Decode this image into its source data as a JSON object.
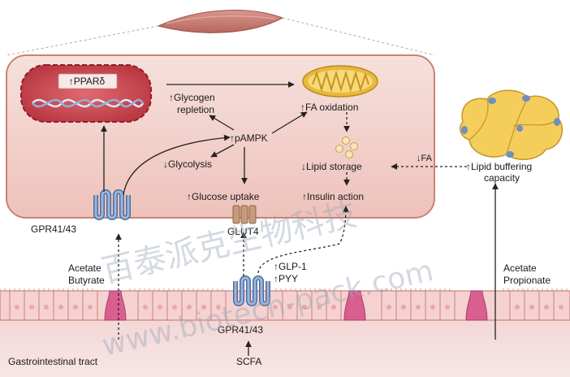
{
  "labels": {
    "ppar": "↑PPARδ",
    "glycogen_1": "↑Glycogen",
    "glycogen_2": "repletion",
    "fa_oxidation": "↑FA oxidation",
    "pampk": "↑pAMPK",
    "glycolysis": "↓Glycolysis",
    "lipid_storage": "↓Lipid storage",
    "fa_down": "↓FA",
    "lipid_buffering_1": "↑Lipid buffering",
    "lipid_buffering_2": "capacity",
    "glucose_uptake": "↑Glucose uptake",
    "insulin_action": "↑Insulin action",
    "gpr_upper": "GPR41/43",
    "glut4": "GLUT4",
    "acetate_butyrate_1": "Acetate",
    "acetate_butyrate_2": "Butyrate",
    "glp1": "↑GLP-1",
    "pyy": "↑PYY",
    "acetate_propionate_1": "Acetate",
    "acetate_propionate_2": "Propionate",
    "gpr_lower": "GPR41/43",
    "gi_tract": "Gastrointestinal tract",
    "scfa": "SCFA"
  },
  "watermark": {
    "line1": "百泰派克生物科技",
    "line2": "www.biotech-pack.com"
  },
  "colors": {
    "muscle_fill": "#f3d6d0",
    "muscle_border": "#c98276",
    "nucleus_fill": "#c8474f",
    "nucleus_border": "#8e1f2a",
    "mitochondrion": "#e9b83c",
    "adipocyte": "#f4cd5a",
    "receptor": "#6f8fbf",
    "gut_fill": "#f1c6c7",
    "goblet": "#d95f8f"
  }
}
